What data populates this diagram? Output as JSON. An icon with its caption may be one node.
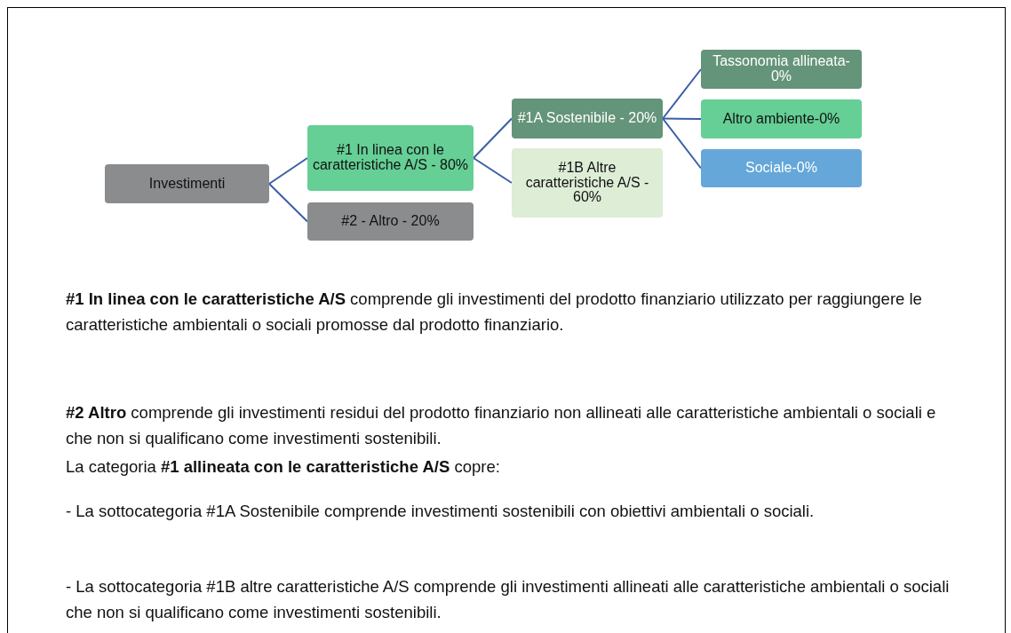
{
  "diagram": {
    "nodes": [
      {
        "text": [
          "Investimenti"
        ]
      },
      {
        "text": [
          "#1 In linea con le caratteristiche A/S - 80%"
        ]
      },
      {
        "text": [
          "#2 - Altro - 20%"
        ]
      },
      {
        "text": [
          "#1A Sostenibile - 20%"
        ]
      },
      {
        "text": [
          "#1B Altre caratteristiche A/S - 60%"
        ]
      },
      {
        "text": [
          "Tassonomia allineata-0%"
        ]
      },
      {
        "text": [
          "Altro ambiente-0%"
        ]
      },
      {
        "text": [
          "Sociale-0%"
        ]
      }
    ],
    "edges": [
      {
        "from": 0,
        "to": 1,
        "arrow": "none"
      },
      {
        "from": 0,
        "to": 2,
        "arrow": "none"
      },
      {
        "from": 1,
        "to": 3,
        "arrow": "none"
      },
      {
        "from": 1,
        "to": 4,
        "arrow": "none"
      },
      {
        "from": 3,
        "to": 5,
        "arrow": "none"
      },
      {
        "from": 3,
        "to": 6,
        "arrow": "none"
      },
      {
        "from": 3,
        "to": 7,
        "arrow": "none"
      }
    ],
    "labels": [
      "**#1 In linea con le caratteristiche A/S** comprende gli investimenti del prodotto finanziario utilizzato per raggiungere le caratteristiche ambientali o sociali promosse dal prodotto finanziario.",
      "**#2 Altro** comprende gli investimenti residui del prodotto finanziario non allineati alle caratteristiche ambientali o sociali e che non si qualificano come investimenti sostenibili.",
      "La categoria **#1 allineata con le caratteristiche A/S** copre:",
      "- La sottocategoria #1A Sostenibile comprende investimenti sostenibili con obiettivi ambientali o sociali.",
      "- La sottocategoria #1B altre caratteristiche A/S comprende gli investimenti allineati alle caratteristiche ambientali o sociali che non si qualificano come investimenti sostenibili."
    ]
  }
}
